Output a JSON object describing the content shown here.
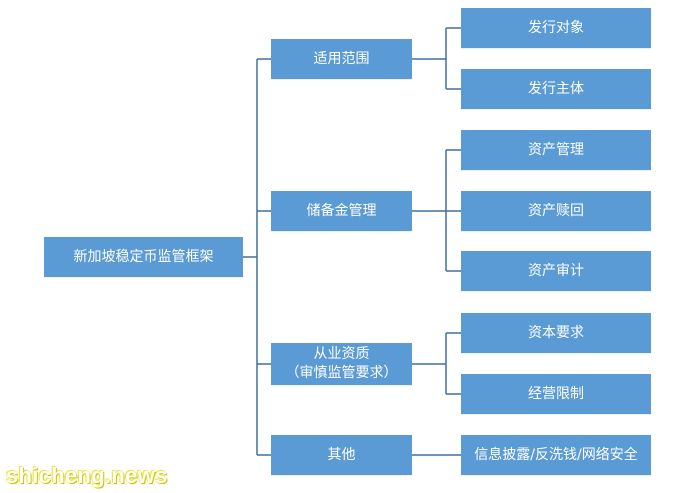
{
  "diagram": {
    "root": {
      "label": "新加坡稳定币监管框架"
    },
    "branches": [
      {
        "label": "适用范围",
        "children": [
          "发行对象",
          "发行主体"
        ]
      },
      {
        "label": "储备金管理",
        "children": [
          "资产管理",
          "资产赎回",
          "资产审计"
        ]
      },
      {
        "label_line1": "从业资质",
        "label_line2": "（审慎监管要求）",
        "children": [
          "资本要求",
          "经营限制"
        ]
      },
      {
        "label": "其他",
        "children": [
          "信息披露/反洗钱/网络安全"
        ]
      }
    ],
    "node_color": "#5b9bd5",
    "line_color": "#41719c"
  },
  "watermark": {
    "text": "shicheng.news"
  }
}
